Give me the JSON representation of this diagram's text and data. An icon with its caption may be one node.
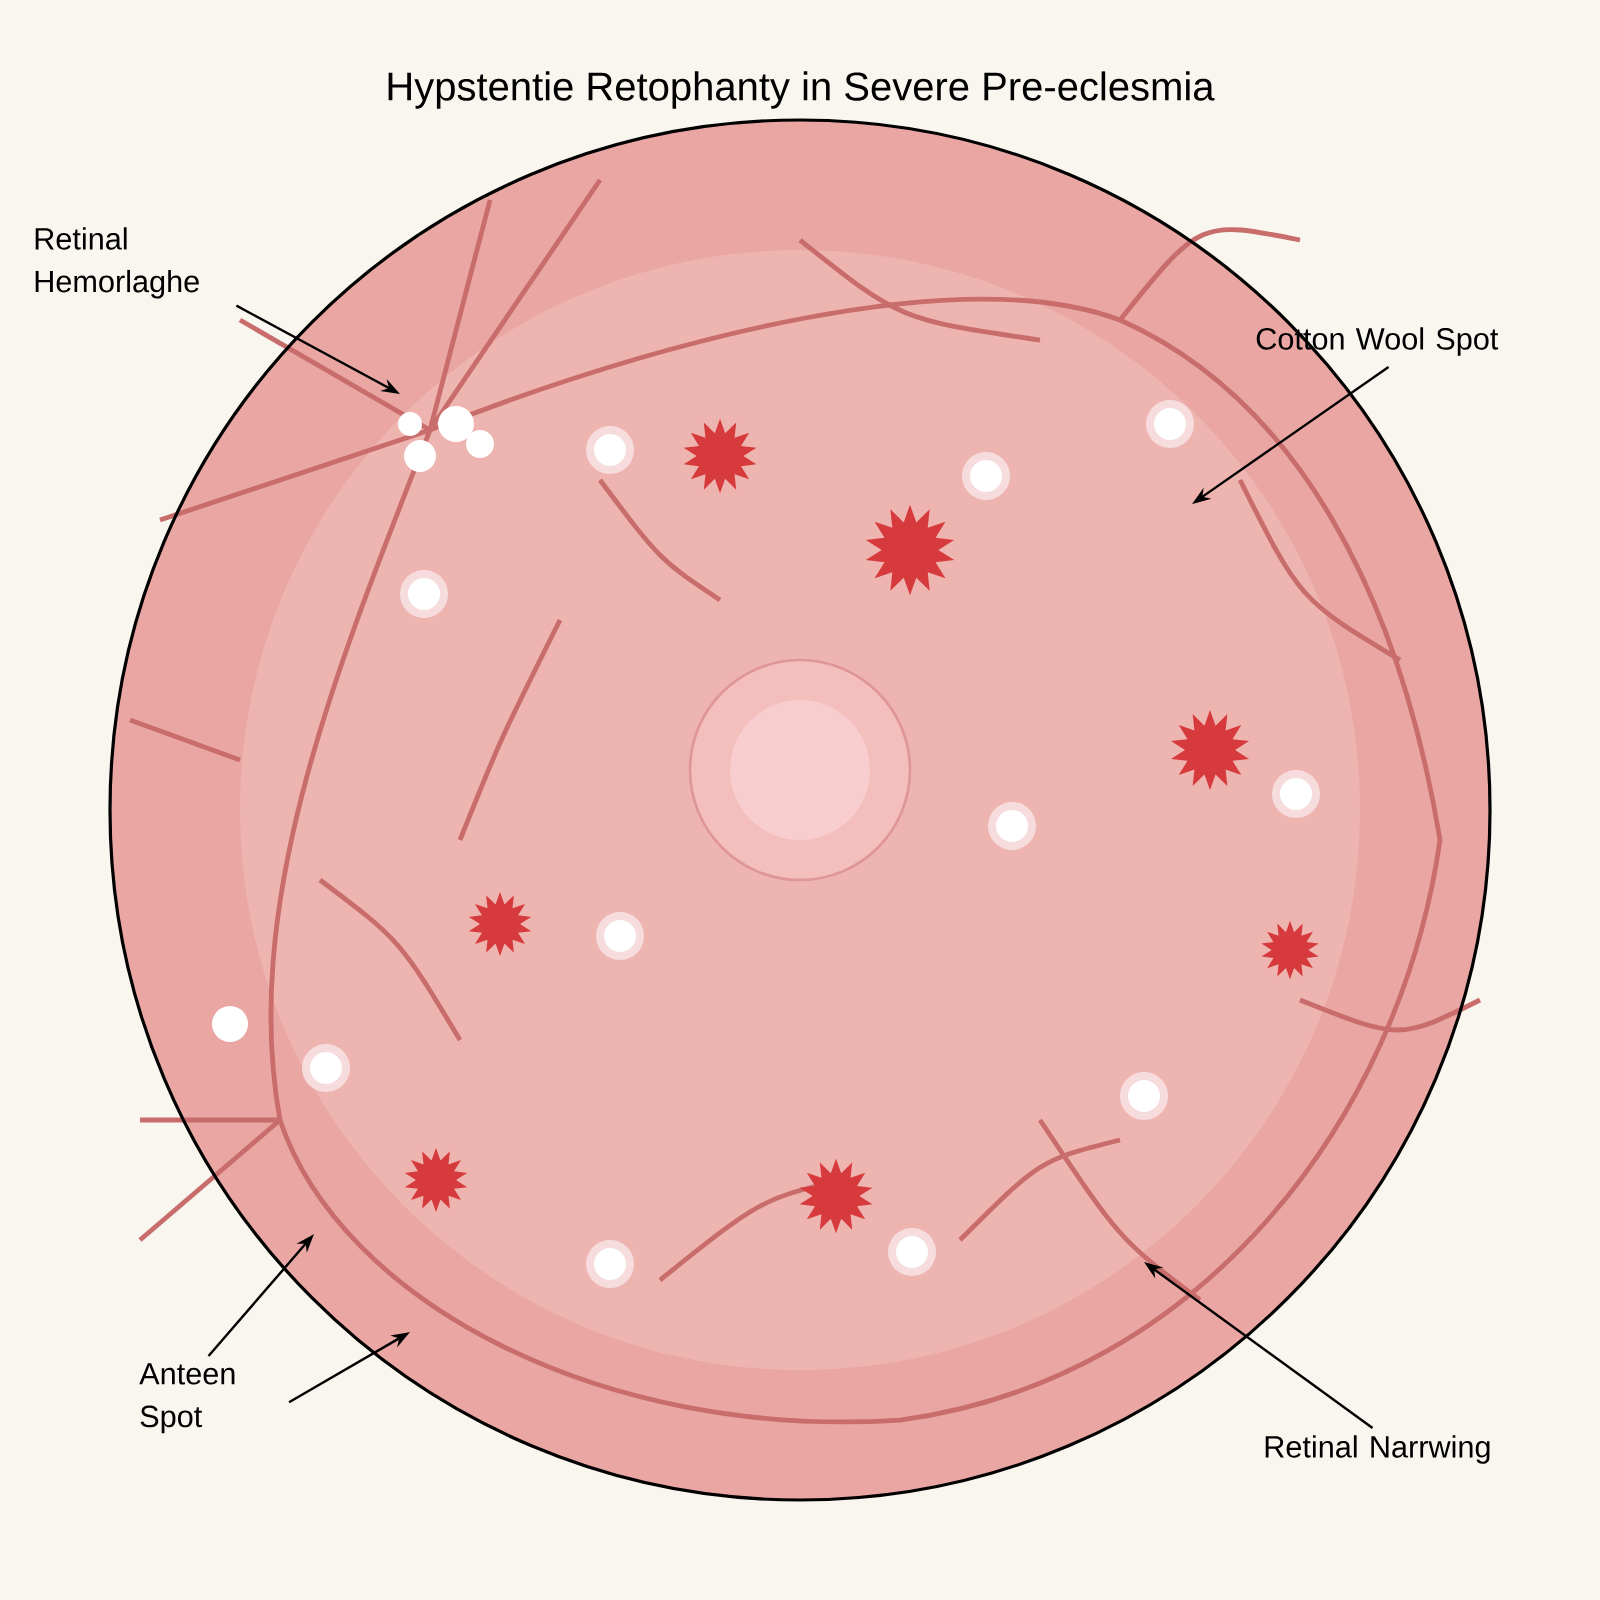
{
  "diagram": {
    "title": "Hypstentie Retophanty in Severe Pre-eclesmia",
    "nodes": [
      {
        "text": [
          "Retinal Hemorlaghe"
        ]
      },
      {
        "text": [
          "Cotton Wool Spot"
        ]
      },
      {
        "text": [
          "Anteen Spot"
        ]
      },
      {
        "text": [
          "Retinal Narrwing"
        ]
      }
    ],
    "edges": [
      {
        "from": 0,
        "to": null,
        "arrow": "to"
      },
      {
        "from": 1,
        "to": null,
        "arrow": "to"
      },
      {
        "from": 2,
        "to": null,
        "arrow": "to"
      },
      {
        "from": 2,
        "to": null,
        "arrow": "to"
      },
      {
        "from": 3,
        "to": null,
        "arrow": "to"
      }
    ]
  }
}
